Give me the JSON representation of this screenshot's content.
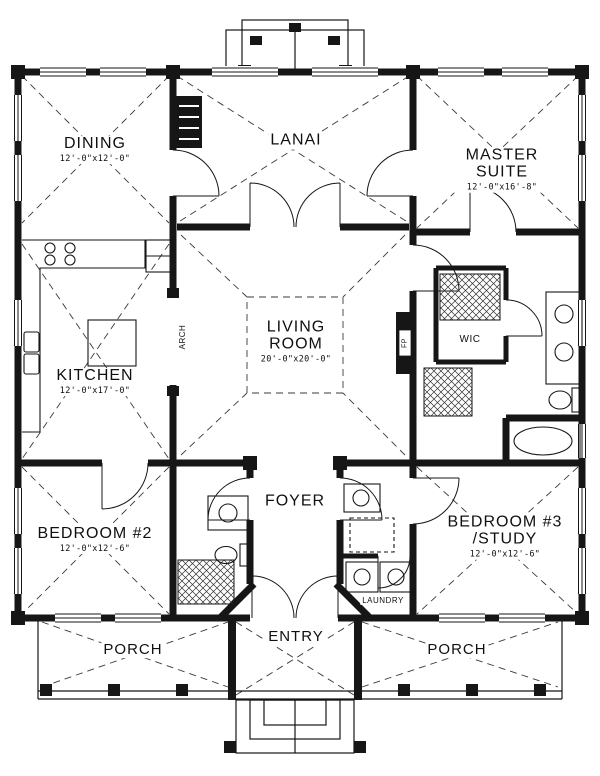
{
  "meta": {
    "drawing_type": "house floor plan",
    "ink": "#161616",
    "paper": "#ffffff"
  },
  "rooms": {
    "dining": {
      "name": "DINING",
      "dims": "12'-0\"x12'-0\""
    },
    "lanai": {
      "name": "LANAI"
    },
    "master_suite": {
      "name": "MASTER SUITE",
      "dims": "12'-0\"x16'-8\""
    },
    "kitchen": {
      "name": "KITCHEN",
      "dims": "12'-0\"x17'-0\""
    },
    "living_room": {
      "name": "LIVING ROOM",
      "dims": "20'-0\"x20'-0\""
    },
    "wic": {
      "name": "WIC"
    },
    "arch": {
      "name": "ARCH"
    },
    "fireplace": {
      "name": "FP"
    },
    "bedroom_2": {
      "name": "BEDROOM #2",
      "dims": "12'-0\"x12'-6\""
    },
    "foyer": {
      "name": "FOYER"
    },
    "bedroom_3": {
      "name": "BEDROOM #3",
      "suffix": "/STUDY",
      "dims": "12'-0\"x12'-6\""
    },
    "laundry": {
      "name": "LAUNDRY"
    },
    "porch_left": {
      "name": "PORCH"
    },
    "entry": {
      "name": "ENTRY"
    },
    "porch_right": {
      "name": "PORCH"
    }
  }
}
